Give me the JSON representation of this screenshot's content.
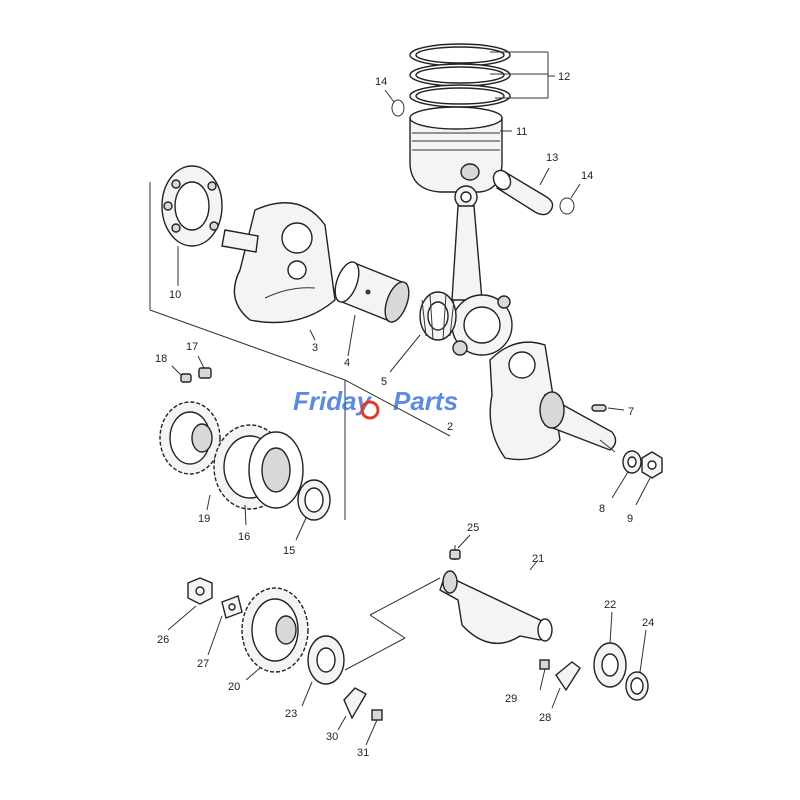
{
  "watermark": {
    "text_left": "Friday",
    "text_right": "Parts",
    "color": "#2f6bd8",
    "accent": "#e53a2a"
  },
  "labels": {
    "l1": "2",
    "l2": "3",
    "l3": "4",
    "l4": "5",
    "l5": "7",
    "l6": "8",
    "l7": "9",
    "l8": "10",
    "l9": "11",
    "l10": "12",
    "l11": "13",
    "l12": "14",
    "l13": "14",
    "l14": "15",
    "l15": "16",
    "l16": "17",
    "l17": "18",
    "l18": "19",
    "l19": "20",
    "l20": "21",
    "l21": "22",
    "l22": "23",
    "l23": "24",
    "l24": "25",
    "l25": "26",
    "l26": "27",
    "l27": "28",
    "l28": "29",
    "l29": "30",
    "l30": "31"
  },
  "icons": {
    "piston": "piston-icon",
    "rings": "piston-rings-icon",
    "pin": "piston-pin-icon",
    "conrod": "connecting-rod-icon",
    "crank": "crankshaft-icon",
    "bearing": "bearing-icon",
    "gear": "gear-icon",
    "balancer": "balancer-shaft-icon",
    "nut": "nut-icon",
    "bolt": "bolt-icon"
  }
}
